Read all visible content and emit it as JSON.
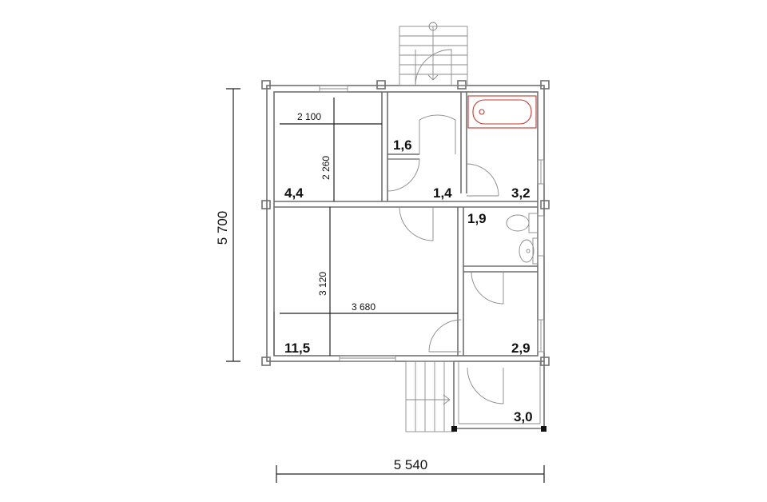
{
  "rooms": [
    {
      "id": "room-4-4",
      "area": "4,4"
    },
    {
      "id": "room-1-6",
      "area": "1,6"
    },
    {
      "id": "room-1-4",
      "area": "1,4"
    },
    {
      "id": "room-3-2",
      "area": "3,2"
    },
    {
      "id": "room-1-9",
      "area": "1,9"
    },
    {
      "id": "room-11-5",
      "area": "11,5"
    },
    {
      "id": "room-2-9",
      "area": "2,9"
    },
    {
      "id": "room-3-0",
      "area": "3,0"
    }
  ],
  "dimensions": {
    "overall_width": "5 540",
    "overall_height": "5 700",
    "small_room_width": "2 100",
    "small_room_height": "2 260",
    "living_width": "3 680",
    "living_height": "3 120"
  },
  "colors": {
    "bathtub_outline": "#c0392b",
    "walls": "#6f6f6f",
    "dimension_lines": "#222222"
  },
  "icons": [
    "bathtub-icon",
    "toilet-icon",
    "washbasin-icon",
    "door-swing-icon",
    "stair-icon"
  ]
}
